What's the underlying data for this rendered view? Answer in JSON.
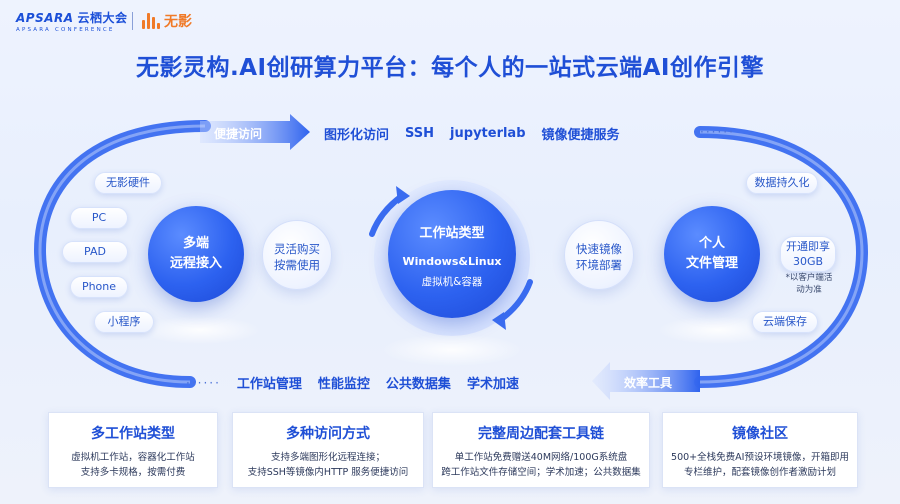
{
  "header": {
    "apsara": "APSARA",
    "apsara_cn": "云栖大会",
    "apsara_sub": "APSARA CONFERENCE",
    "wuying": "无影"
  },
  "title": "无影灵构.AI创研算力平台：每个人的一站式云端AI创作引擎",
  "top_arrow": "便捷访问",
  "top_items": [
    "图形化访问",
    "SSH",
    "jupyterlab",
    "镜像便捷服务"
  ],
  "top_dots": "······",
  "bottom_arrow": "效率工具",
  "bottom_dots": "······",
  "bottom_items": [
    "工作站管理",
    "性能监控",
    "公共数据集",
    "学术加速"
  ],
  "left_pills": [
    "无影硬件",
    "PC",
    "PAD",
    "Phone",
    "小程序"
  ],
  "left_circle": {
    "line1": "多端",
    "line2": "远程接入"
  },
  "left_mid": {
    "line1": "灵活购买",
    "line2": "按需使用"
  },
  "center": {
    "title": "工作站类型",
    "line1": "Windows&Linux",
    "line2": "虚拟机&容器"
  },
  "right_mid": {
    "line1": "快速镜像",
    "line2": "环境部署"
  },
  "right_circle": {
    "line1": "个人",
    "line2": "文件管理"
  },
  "right_pills": {
    "top": "数据持久化",
    "middle_line1": "开通即享",
    "middle_line2": "30GB",
    "note_line1": "*以客户端活",
    "note_line2": "动为准",
    "bottom": "云端保存"
  },
  "cards": [
    {
      "title": "多工作站类型",
      "line1": "虚拟机工作站，容器化工作站",
      "line2": "支持多卡规格，按需付费"
    },
    {
      "title": "多种访问方式",
      "line1": "支持多端图形化远程连接；",
      "line2": "支持SSH等镜像内HTTP 服务便捷访问"
    },
    {
      "title": "完整周边配套工具链",
      "line1": "单工作站免费赠送40M网络/100G系统盘",
      "line2": "跨工作站文件存储空间；学术加速；公共数据集"
    },
    {
      "title": "镜像社区",
      "line1": "500+全栈免费AI预设环境镜像，开箱即用",
      "line2": "专栏维护，配套镜像创作者激励计划"
    }
  ],
  "colors": {
    "accent": "#1f4fd6",
    "brand_orange": "#f07a28",
    "background": "#eef3fe"
  }
}
